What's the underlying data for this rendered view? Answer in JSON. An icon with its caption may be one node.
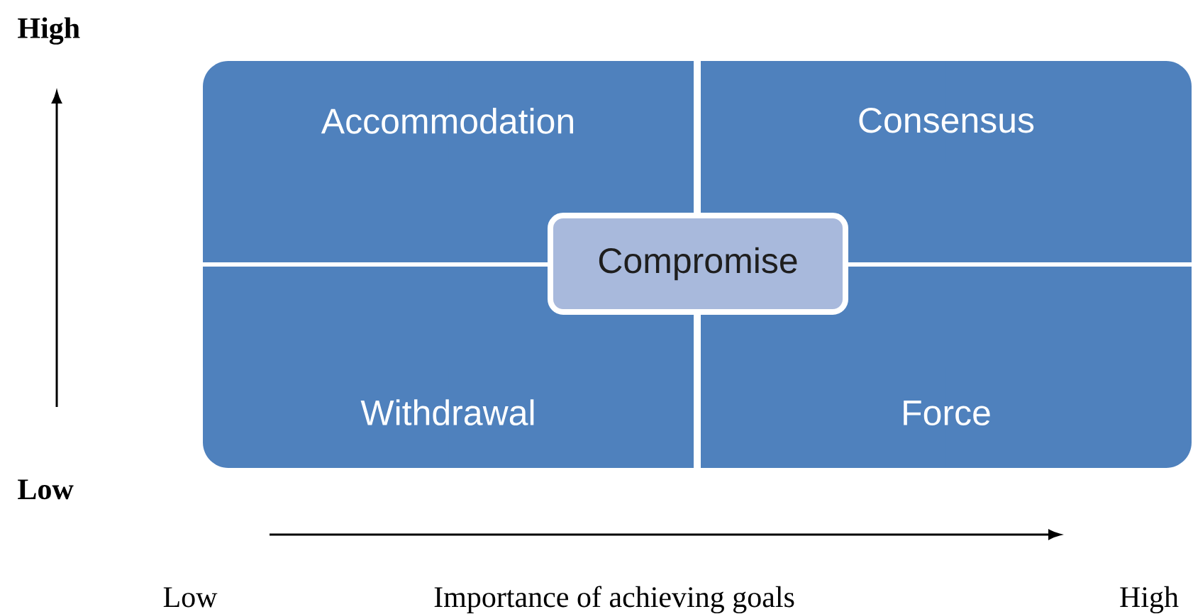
{
  "diagram": {
    "nodes": [
      {
        "text": [
          "Accommodation"
        ]
      },
      {
        "text": [
          "Consensus"
        ]
      },
      {
        "text": [
          "Compromise"
        ]
      },
      {
        "text": [
          "Withdrawal"
        ]
      },
      {
        "text": [
          "Force"
        ]
      }
    ],
    "labels": [
      "High",
      "Low",
      "Low",
      "Importance of achieving goals",
      "High"
    ]
  }
}
